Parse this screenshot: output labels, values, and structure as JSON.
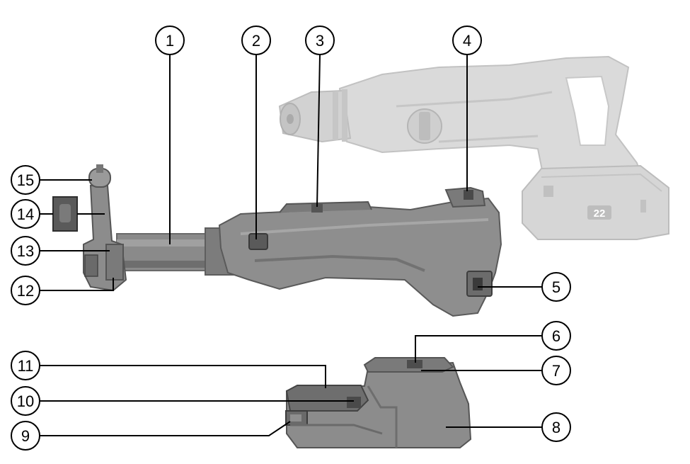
{
  "figure": {
    "callouts": [
      {
        "num": "1"
      },
      {
        "num": "2"
      },
      {
        "num": "3"
      },
      {
        "num": "4"
      },
      {
        "num": "5"
      },
      {
        "num": "6"
      },
      {
        "num": "7"
      },
      {
        "num": "8"
      },
      {
        "num": "9"
      },
      {
        "num": "10"
      },
      {
        "num": "11"
      },
      {
        "num": "12"
      },
      {
        "num": "13"
      },
      {
        "num": "14"
      },
      {
        "num": "15"
      }
    ],
    "battery_badge": "22"
  },
  "colors": {
    "outline": "#000000",
    "drill_light": "#dcdcdc",
    "drill_mid": "#c8c8c8",
    "module_mid": "#9a9a9a",
    "module_dark": "#6e6e6e",
    "attachment_dark": "#505050"
  }
}
